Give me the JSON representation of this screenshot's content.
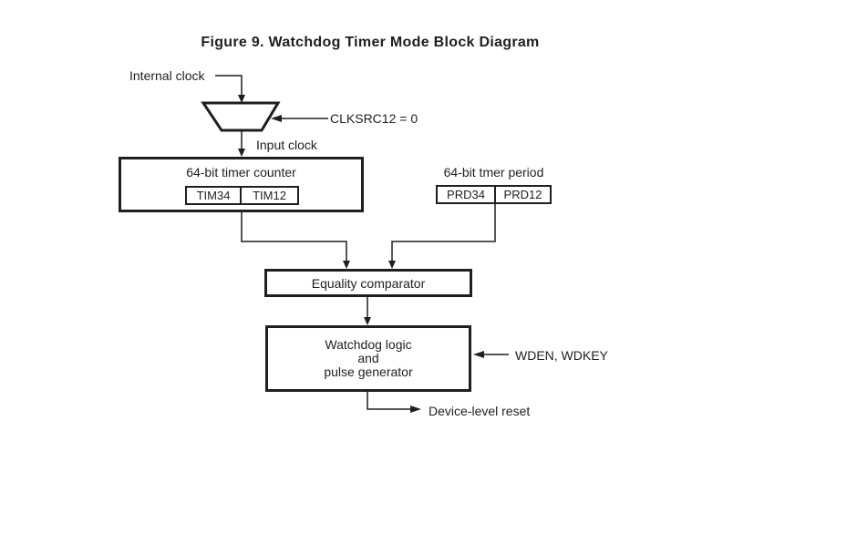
{
  "figure": {
    "title": "Figure 9. Watchdog Timer Mode Block Diagram"
  },
  "labels": {
    "internal_clock": "Internal clock",
    "clksrc": "CLKSRC12 = 0",
    "input_clock": "Input clock",
    "timer_period": "64-bit tmer period",
    "wden_wdkey": "WDEN, WDKEY",
    "device_reset": "Device-level reset"
  },
  "blocks": {
    "timer_counter": {
      "label": "64-bit timer counter",
      "registers": [
        "TIM34",
        "TIM12"
      ]
    },
    "timer_period": {
      "registers": [
        "PRD34",
        "PRD12"
      ]
    },
    "equality_comparator": {
      "label": "Equality comparator"
    },
    "watchdog": {
      "label": "Watchdog logic\nand\npulse generator"
    }
  },
  "colors": {
    "line": "#1f1f1f",
    "text": "#1f1f1f",
    "background": "#ffffff"
  }
}
